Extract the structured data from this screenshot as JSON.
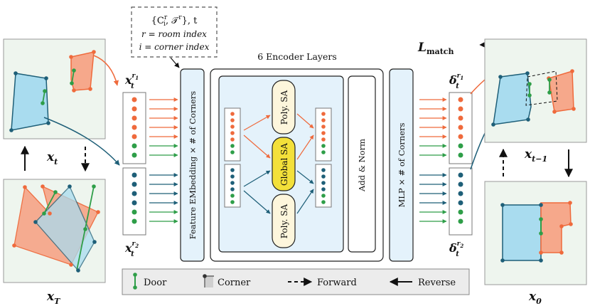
{
  "note_box": {
    "line1": "{C",
    "line1_sub_sup": "i",
    "line1_sup": "r",
    "line1_rest": ", 𝒯",
    "line1_sup2": "r",
    "line1_end": "}, t",
    "line2": "r = room index",
    "line3": "i = corner index"
  },
  "labels": {
    "xt": "x",
    "xt_sub": "t",
    "xT": "x",
    "xT_sub": "T",
    "xt1": "x",
    "xt1_sub": "t−1",
    "x0": "x",
    "x0_sub": "0",
    "xt_r1": "x",
    "xt_r1_sup": "r",
    "xt_r1_supsub": "1",
    "xt_r1_sub": "t",
    "xt_r2": "x",
    "xt_r2_sup": "r",
    "xt_r2_supsub": "2",
    "xt_r2_sub": "t",
    "delta_r1": "δ",
    "delta_r1_sup": "r",
    "delta_r1_supsub": "1",
    "delta_r1_sub": "t",
    "delta_r2": "δ",
    "delta_r2_sup": "r",
    "delta_r2_supsub": "2",
    "delta_r2_sub": "t",
    "lmatch": "L",
    "lmatch_sub": "match"
  },
  "encoder": {
    "title": "6 Encoder Layers",
    "feature_embedding": "Feature EMbedding × # of Corners",
    "poly_sa_top": "Poly. SA",
    "global_sa": "Global SA",
    "poly_sa_bottom": "Poly. SA",
    "add_norm": "Add & Norm",
    "mlp": "MLP × # of Corners"
  },
  "legend": {
    "door": "Door",
    "corner": "Corner",
    "forward": "Forward",
    "reverse": "Reverse"
  },
  "colors": {
    "orange": "#ef6a3c",
    "green": "#2e9e48",
    "teal": "#1e5f78",
    "blue_room": "#a9dcef",
    "orange_room": "#f6a88b",
    "panel_bg": "#eef5ee",
    "encoder_bg": "#e4f2fb",
    "global_sa": "#f3e03a",
    "poly_sa": "#fdf6dc"
  }
}
